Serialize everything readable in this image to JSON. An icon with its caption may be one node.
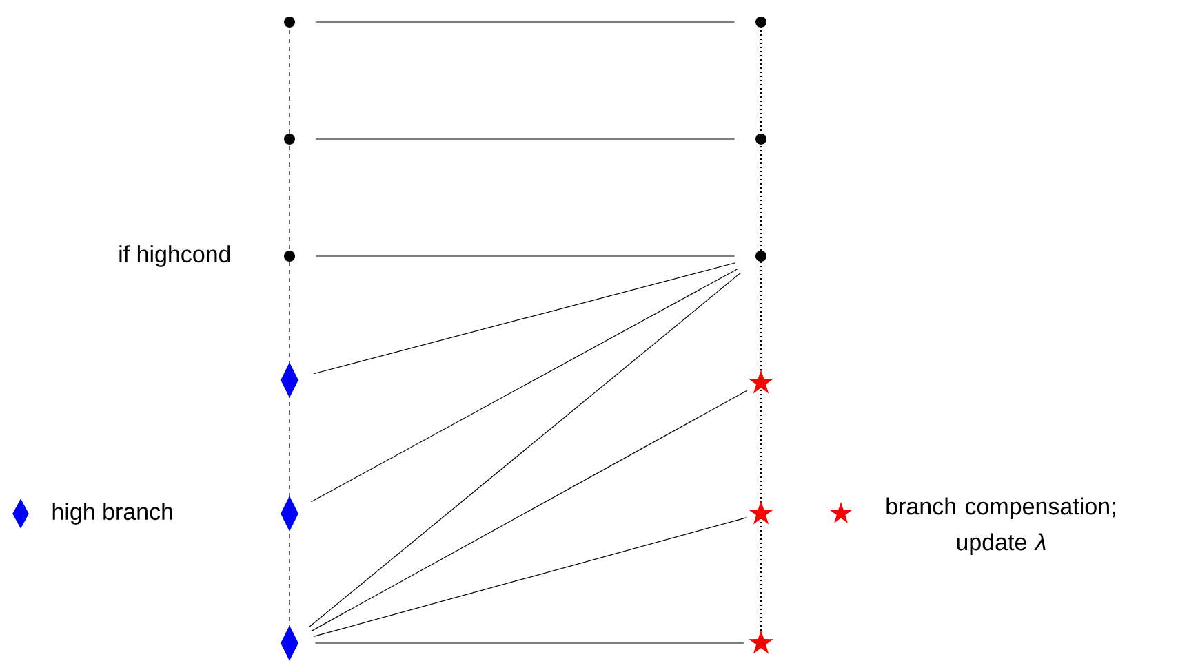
{
  "diagram": {
    "nodes": [
      {
        "text": [],
        "shape": "circle"
      },
      {
        "text": [],
        "shape": "circle"
      },
      {
        "text": [],
        "shape": "circle",
        "beside": [
          "if highcond"
        ]
      },
      {
        "text": [],
        "shape": "diamond"
      },
      {
        "text": [],
        "shape": "diamond"
      },
      {
        "text": [],
        "shape": "diamond"
      },
      {
        "text": [],
        "shape": "circle"
      },
      {
        "text": [],
        "shape": "circle"
      },
      {
        "text": [],
        "shape": "circle"
      },
      {
        "text": [],
        "shape": "star"
      },
      {
        "text": [],
        "shape": "star"
      },
      {
        "text": [],
        "shape": "star"
      }
    ],
    "edges": [
      {
        "from": 0,
        "to": 6,
        "arrow": "none"
      },
      {
        "from": 1,
        "to": 7,
        "arrow": "none"
      },
      {
        "from": 2,
        "to": 8,
        "arrow": "none"
      },
      {
        "from": 3,
        "to": 8,
        "arrow": "none"
      },
      {
        "from": 4,
        "to": 8,
        "arrow": "none"
      },
      {
        "from": 5,
        "to": 8,
        "arrow": "none"
      },
      {
        "from": 5,
        "to": 9,
        "arrow": "none"
      },
      {
        "from": 5,
        "to": 10,
        "arrow": "none"
      },
      {
        "from": 5,
        "to": 11,
        "arrow": "none"
      }
    ],
    "legend": [
      {
        "text": "high branch"
      },
      {
        "text": "branch compensation; update *λ*"
      }
    ]
  }
}
